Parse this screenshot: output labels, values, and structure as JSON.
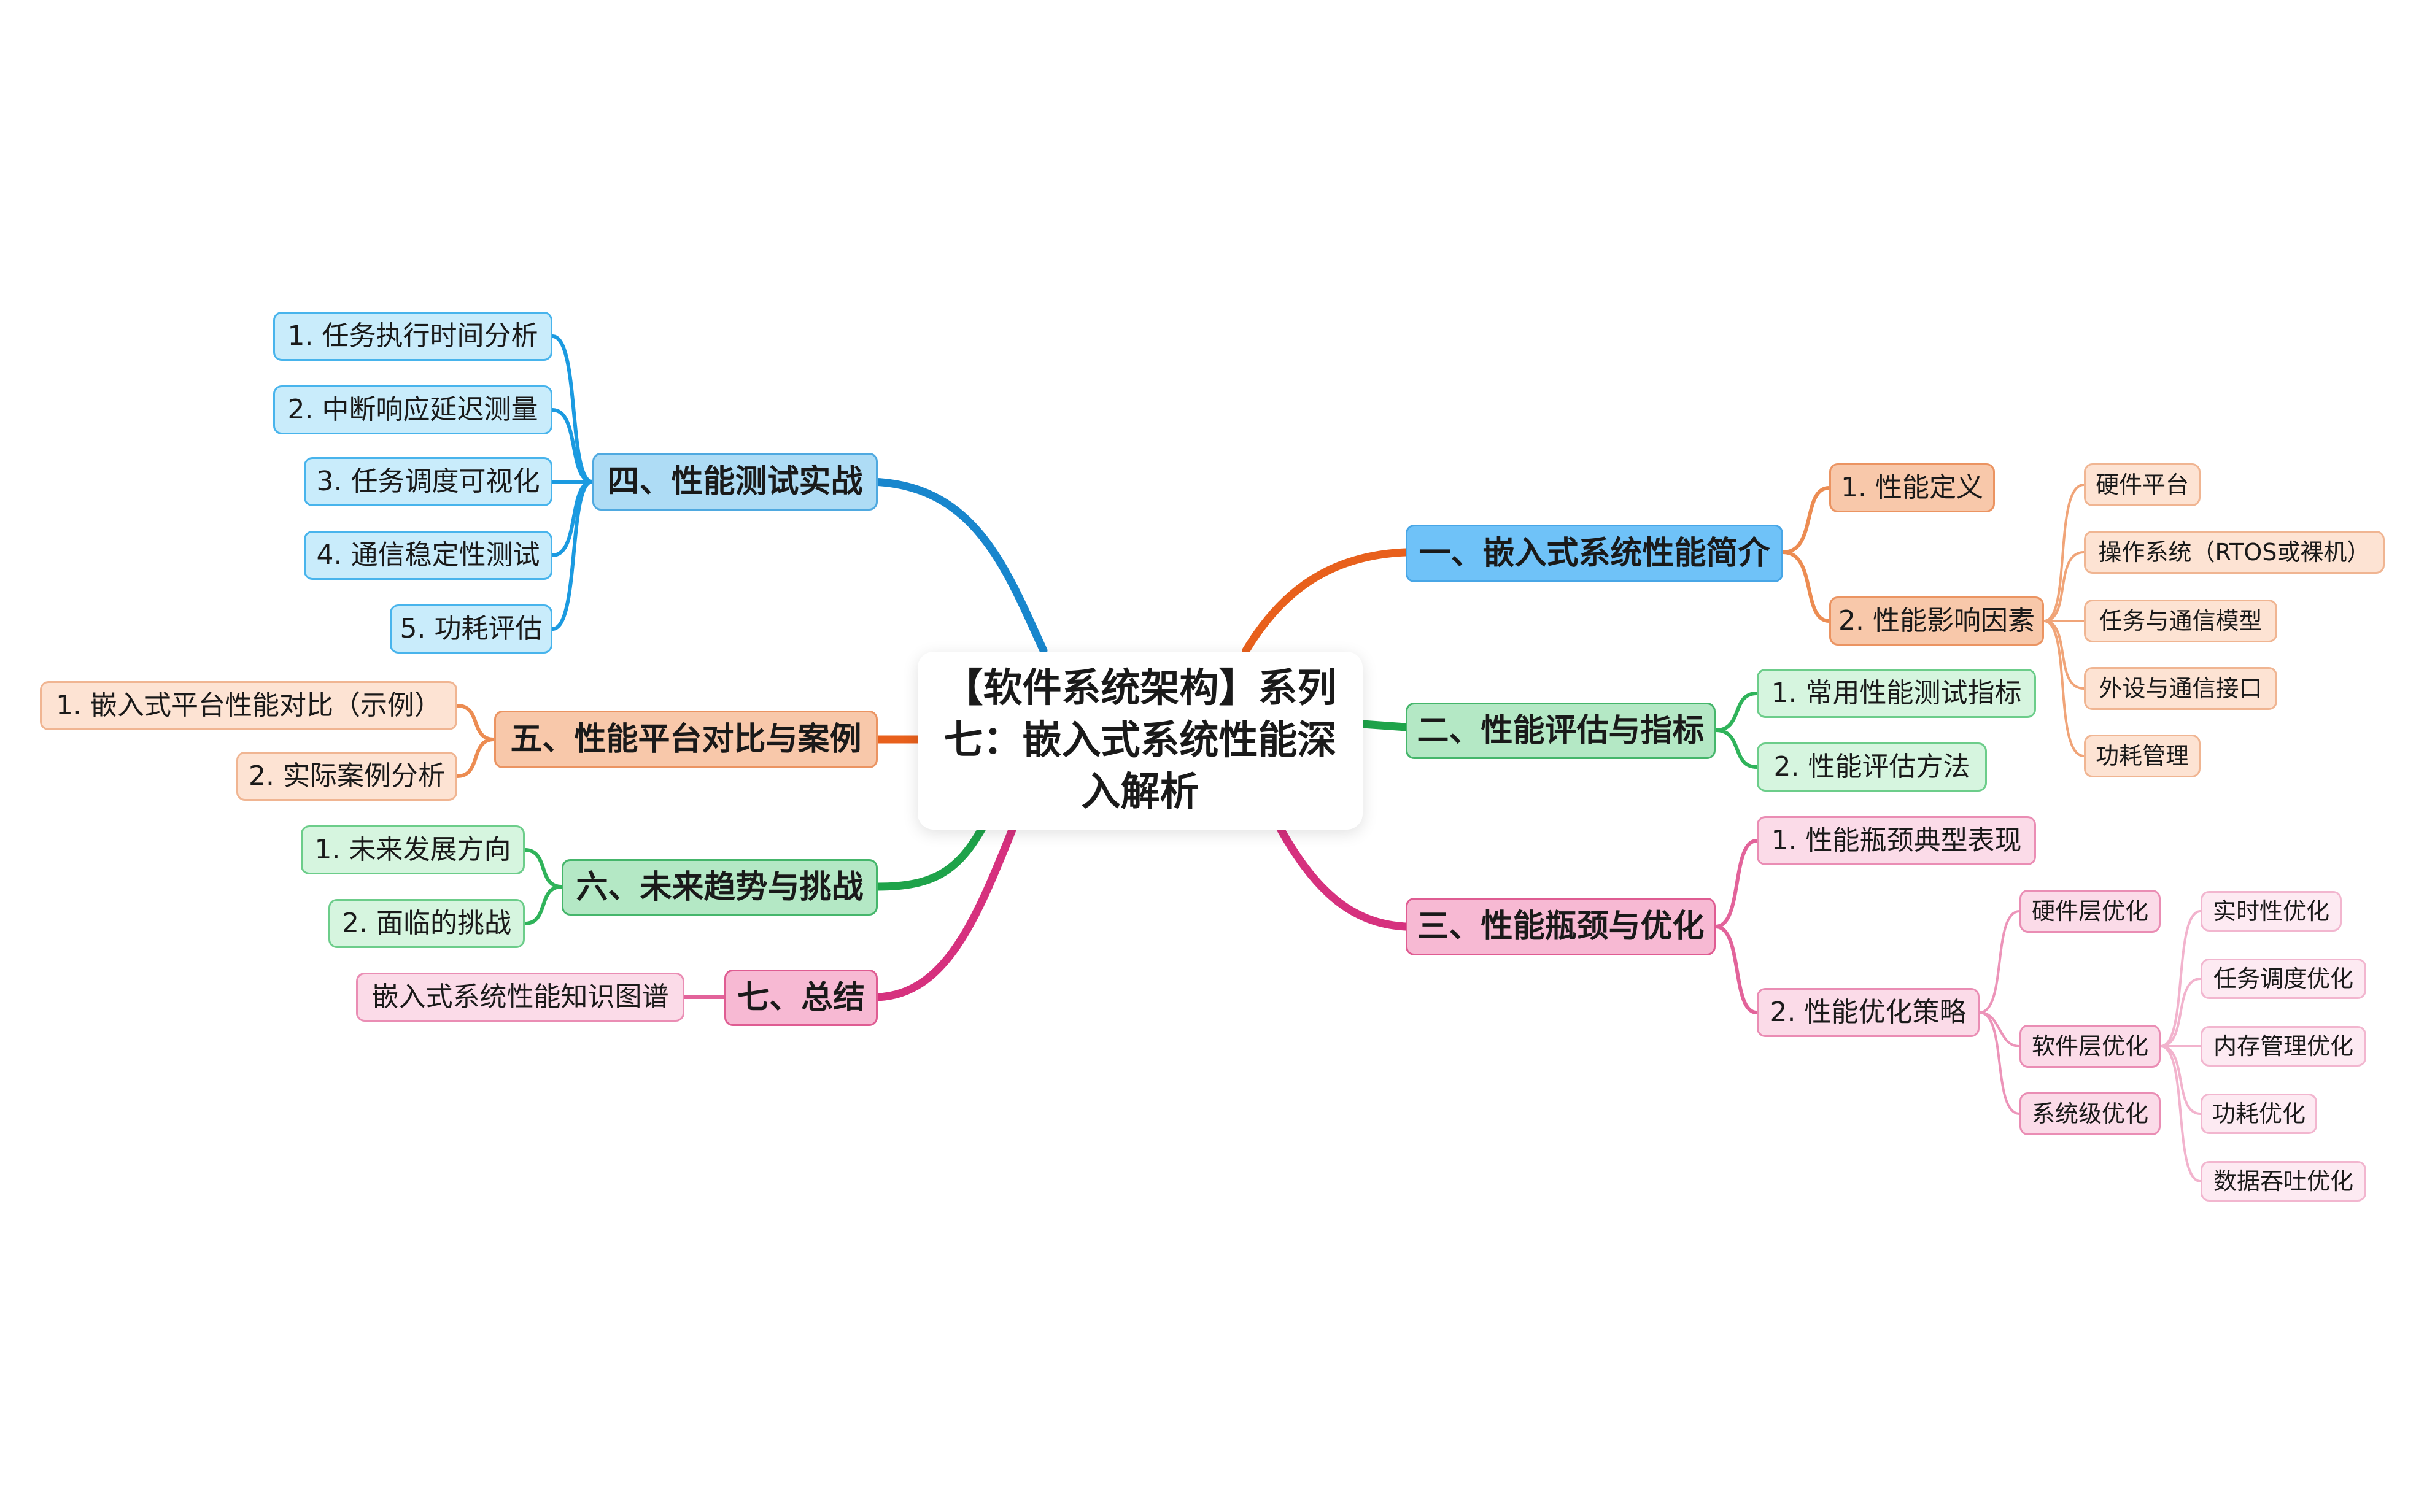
{
  "center": {
    "title": "【软件系统架构】系列七：嵌入式系统性能深入解析"
  },
  "branches": {
    "b1": {
      "label": "一、嵌入式系统性能简介",
      "children": [
        "1. 性能定义",
        "2. 性能影响因素"
      ],
      "factors": [
        "硬件平台",
        "操作系统（RTOS或裸机）",
        "任务与通信模型",
        "外设与通信接口",
        "功耗管理"
      ]
    },
    "b2": {
      "label": "二、性能评估与指标",
      "children": [
        "1. 常用性能测试指标",
        "2. 性能评估方法"
      ]
    },
    "b3": {
      "label": "三、性能瓶颈与优化",
      "children": [
        "1. 性能瓶颈典型表现",
        "2. 性能优化策略"
      ],
      "strategies": [
        "硬件层优化",
        "软件层优化",
        "系统级优化"
      ],
      "software_items": [
        "实时性优化",
        "任务调度优化",
        "内存管理优化",
        "功耗优化",
        "数据吞吐优化"
      ]
    },
    "b4": {
      "label": "四、性能测试实战",
      "children": [
        "1. 任务执行时间分析",
        "2. 中断响应延迟测量",
        "3. 任务调度可视化",
        "4. 通信稳定性测试",
        "5. 功耗评估"
      ]
    },
    "b5": {
      "label": "五、性能平台对比与案例",
      "children": [
        "1. 嵌入式平台性能对比（示例）",
        "2. 实际案例分析"
      ]
    },
    "b6": {
      "label": "六、未来趋势与挑战",
      "children": [
        "1. 未来发展方向",
        "2. 面临的挑战"
      ]
    },
    "b7": {
      "label": "七、总结",
      "children": [
        "嵌入式系统性能知识图谱"
      ]
    }
  }
}
